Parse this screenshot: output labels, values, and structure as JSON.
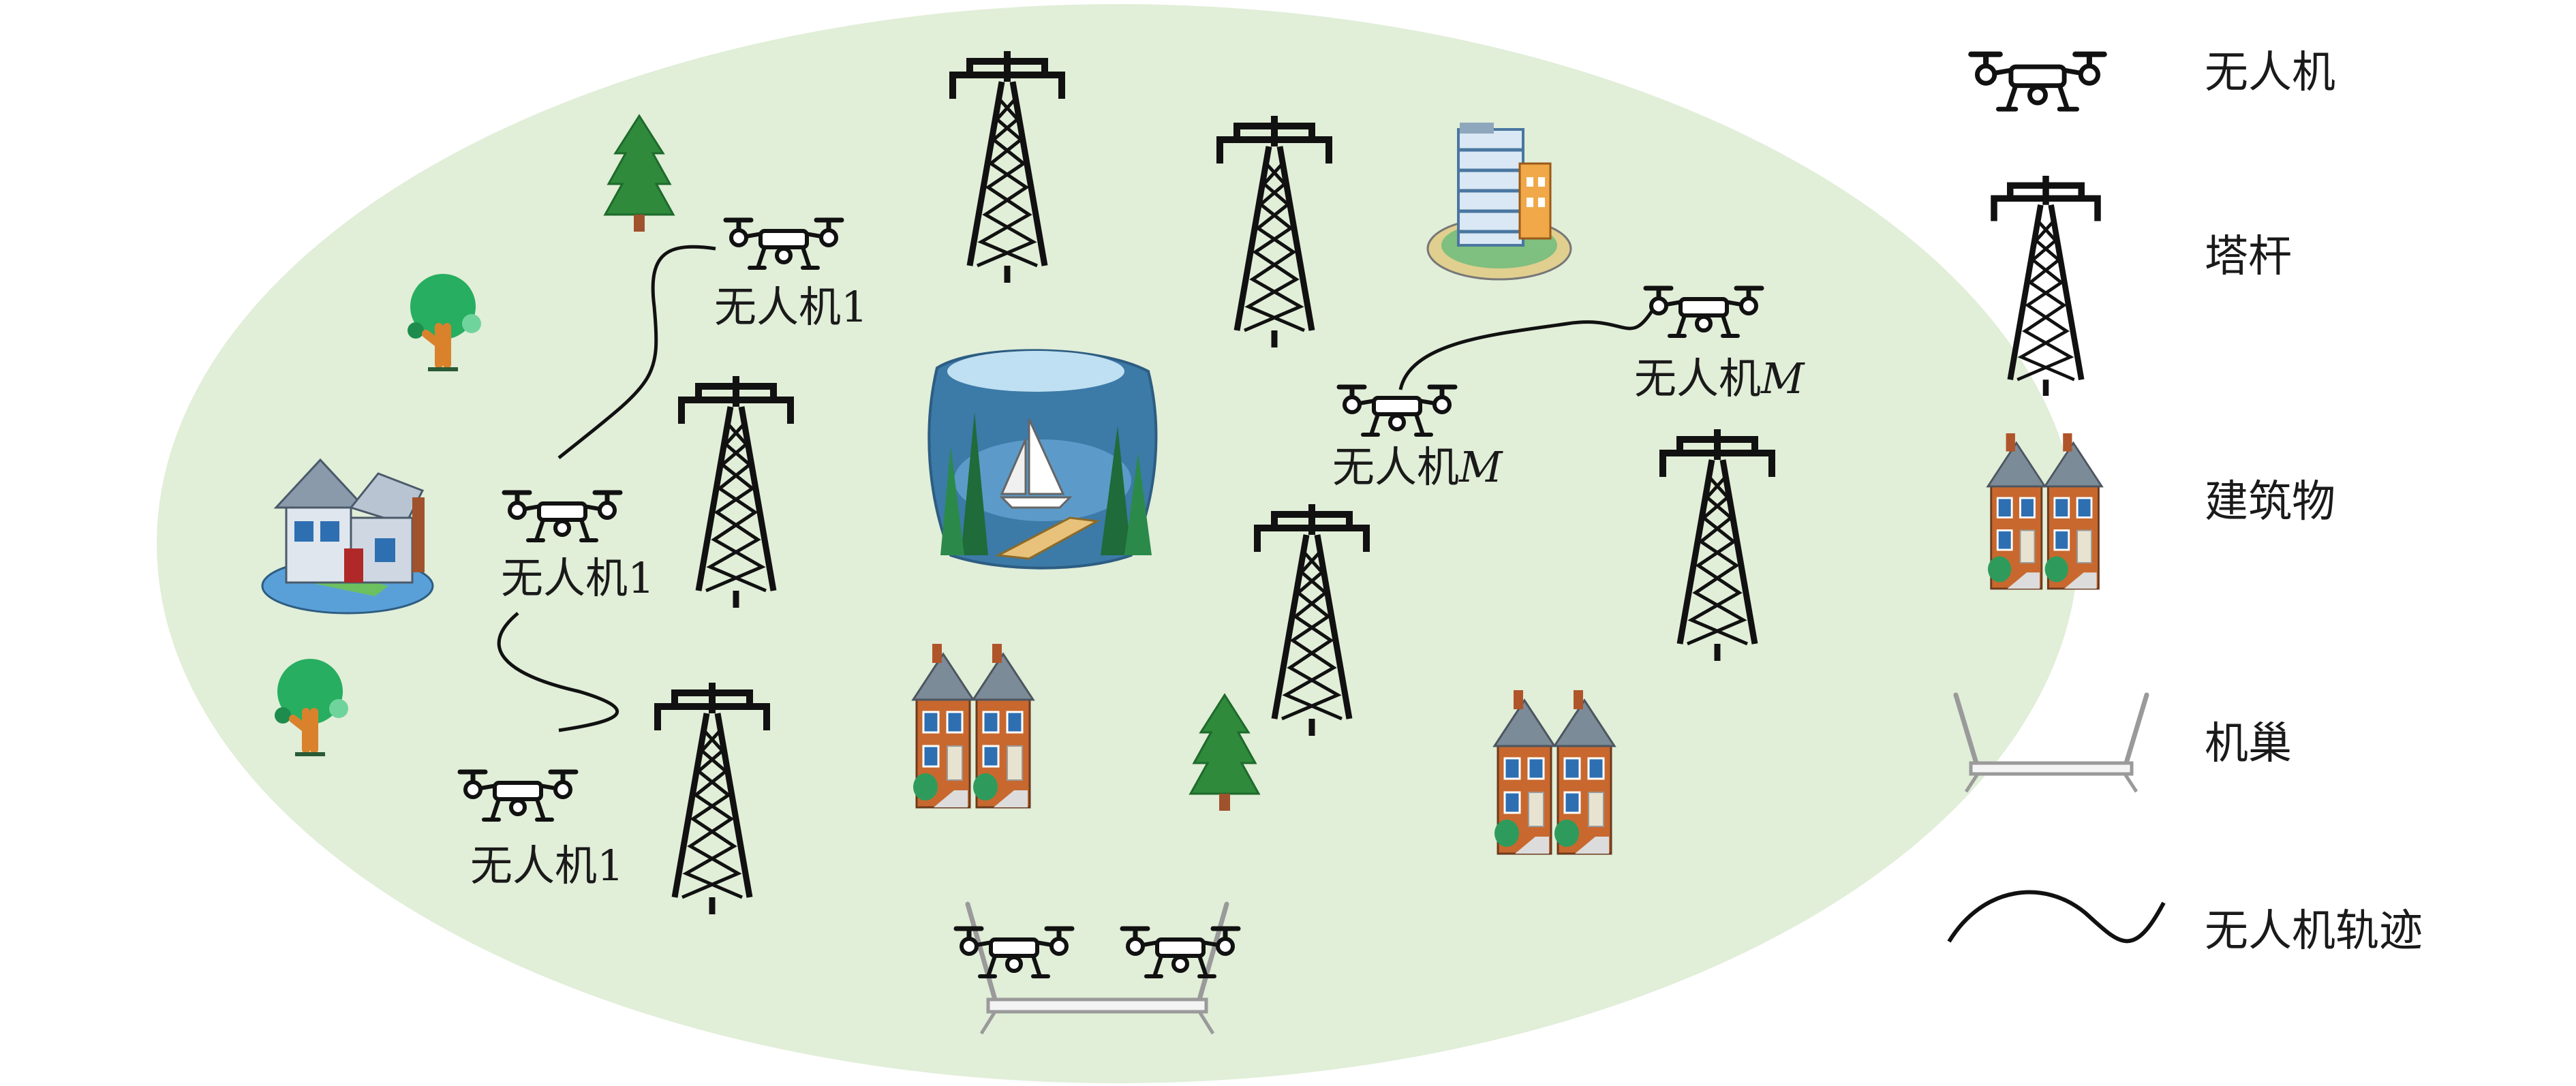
{
  "colors": {
    "area": "#e1eed8",
    "stroke": "#111111",
    "tree_dark": "#2f8a3c",
    "tree_round": "#27ae60",
    "trunk": "#c77a2c",
    "lake_water": "#3c7aa8",
    "dock_frame": "#9a9a9a"
  },
  "icons": {
    "drone": "drone-icon",
    "tower": "transmission-tower-icon",
    "building": "townhouse-icon",
    "nest": "drone-nest-icon",
    "trajectory": "trajectory-curve-icon"
  },
  "drone_labels": [
    {
      "name": "无人机",
      "index": "1"
    },
    {
      "name": "无人机",
      "index": "1"
    },
    {
      "name": "无人机",
      "index": "1"
    },
    {
      "name": "无人机",
      "index": "M"
    },
    {
      "name": "无人机",
      "index": "M"
    }
  ],
  "legend": [
    {
      "icon": "drone-icon",
      "label": "无人机"
    },
    {
      "icon": "transmission-tower-icon",
      "label": "塔杆"
    },
    {
      "icon": "townhouse-icon",
      "label": "建筑物"
    },
    {
      "icon": "drone-nest-icon",
      "label": "机巢"
    },
    {
      "icon": "trajectory-curve-icon",
      "label": "无人机轨迹"
    }
  ]
}
